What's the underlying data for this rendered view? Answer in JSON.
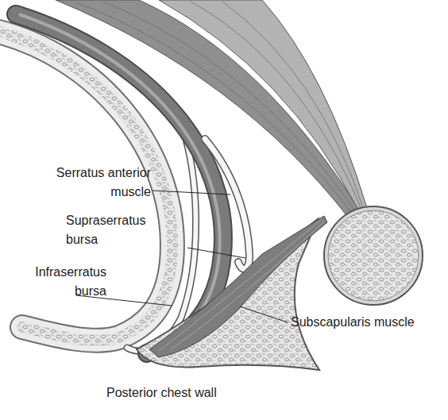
{
  "diagram": {
    "labels": [
      "Serratus anterior muscle",
      "Supraserratus bursa",
      "Infraserratus bursa",
      "Subscapularis muscle",
      "Posterior chest wall"
    ]
  }
}
